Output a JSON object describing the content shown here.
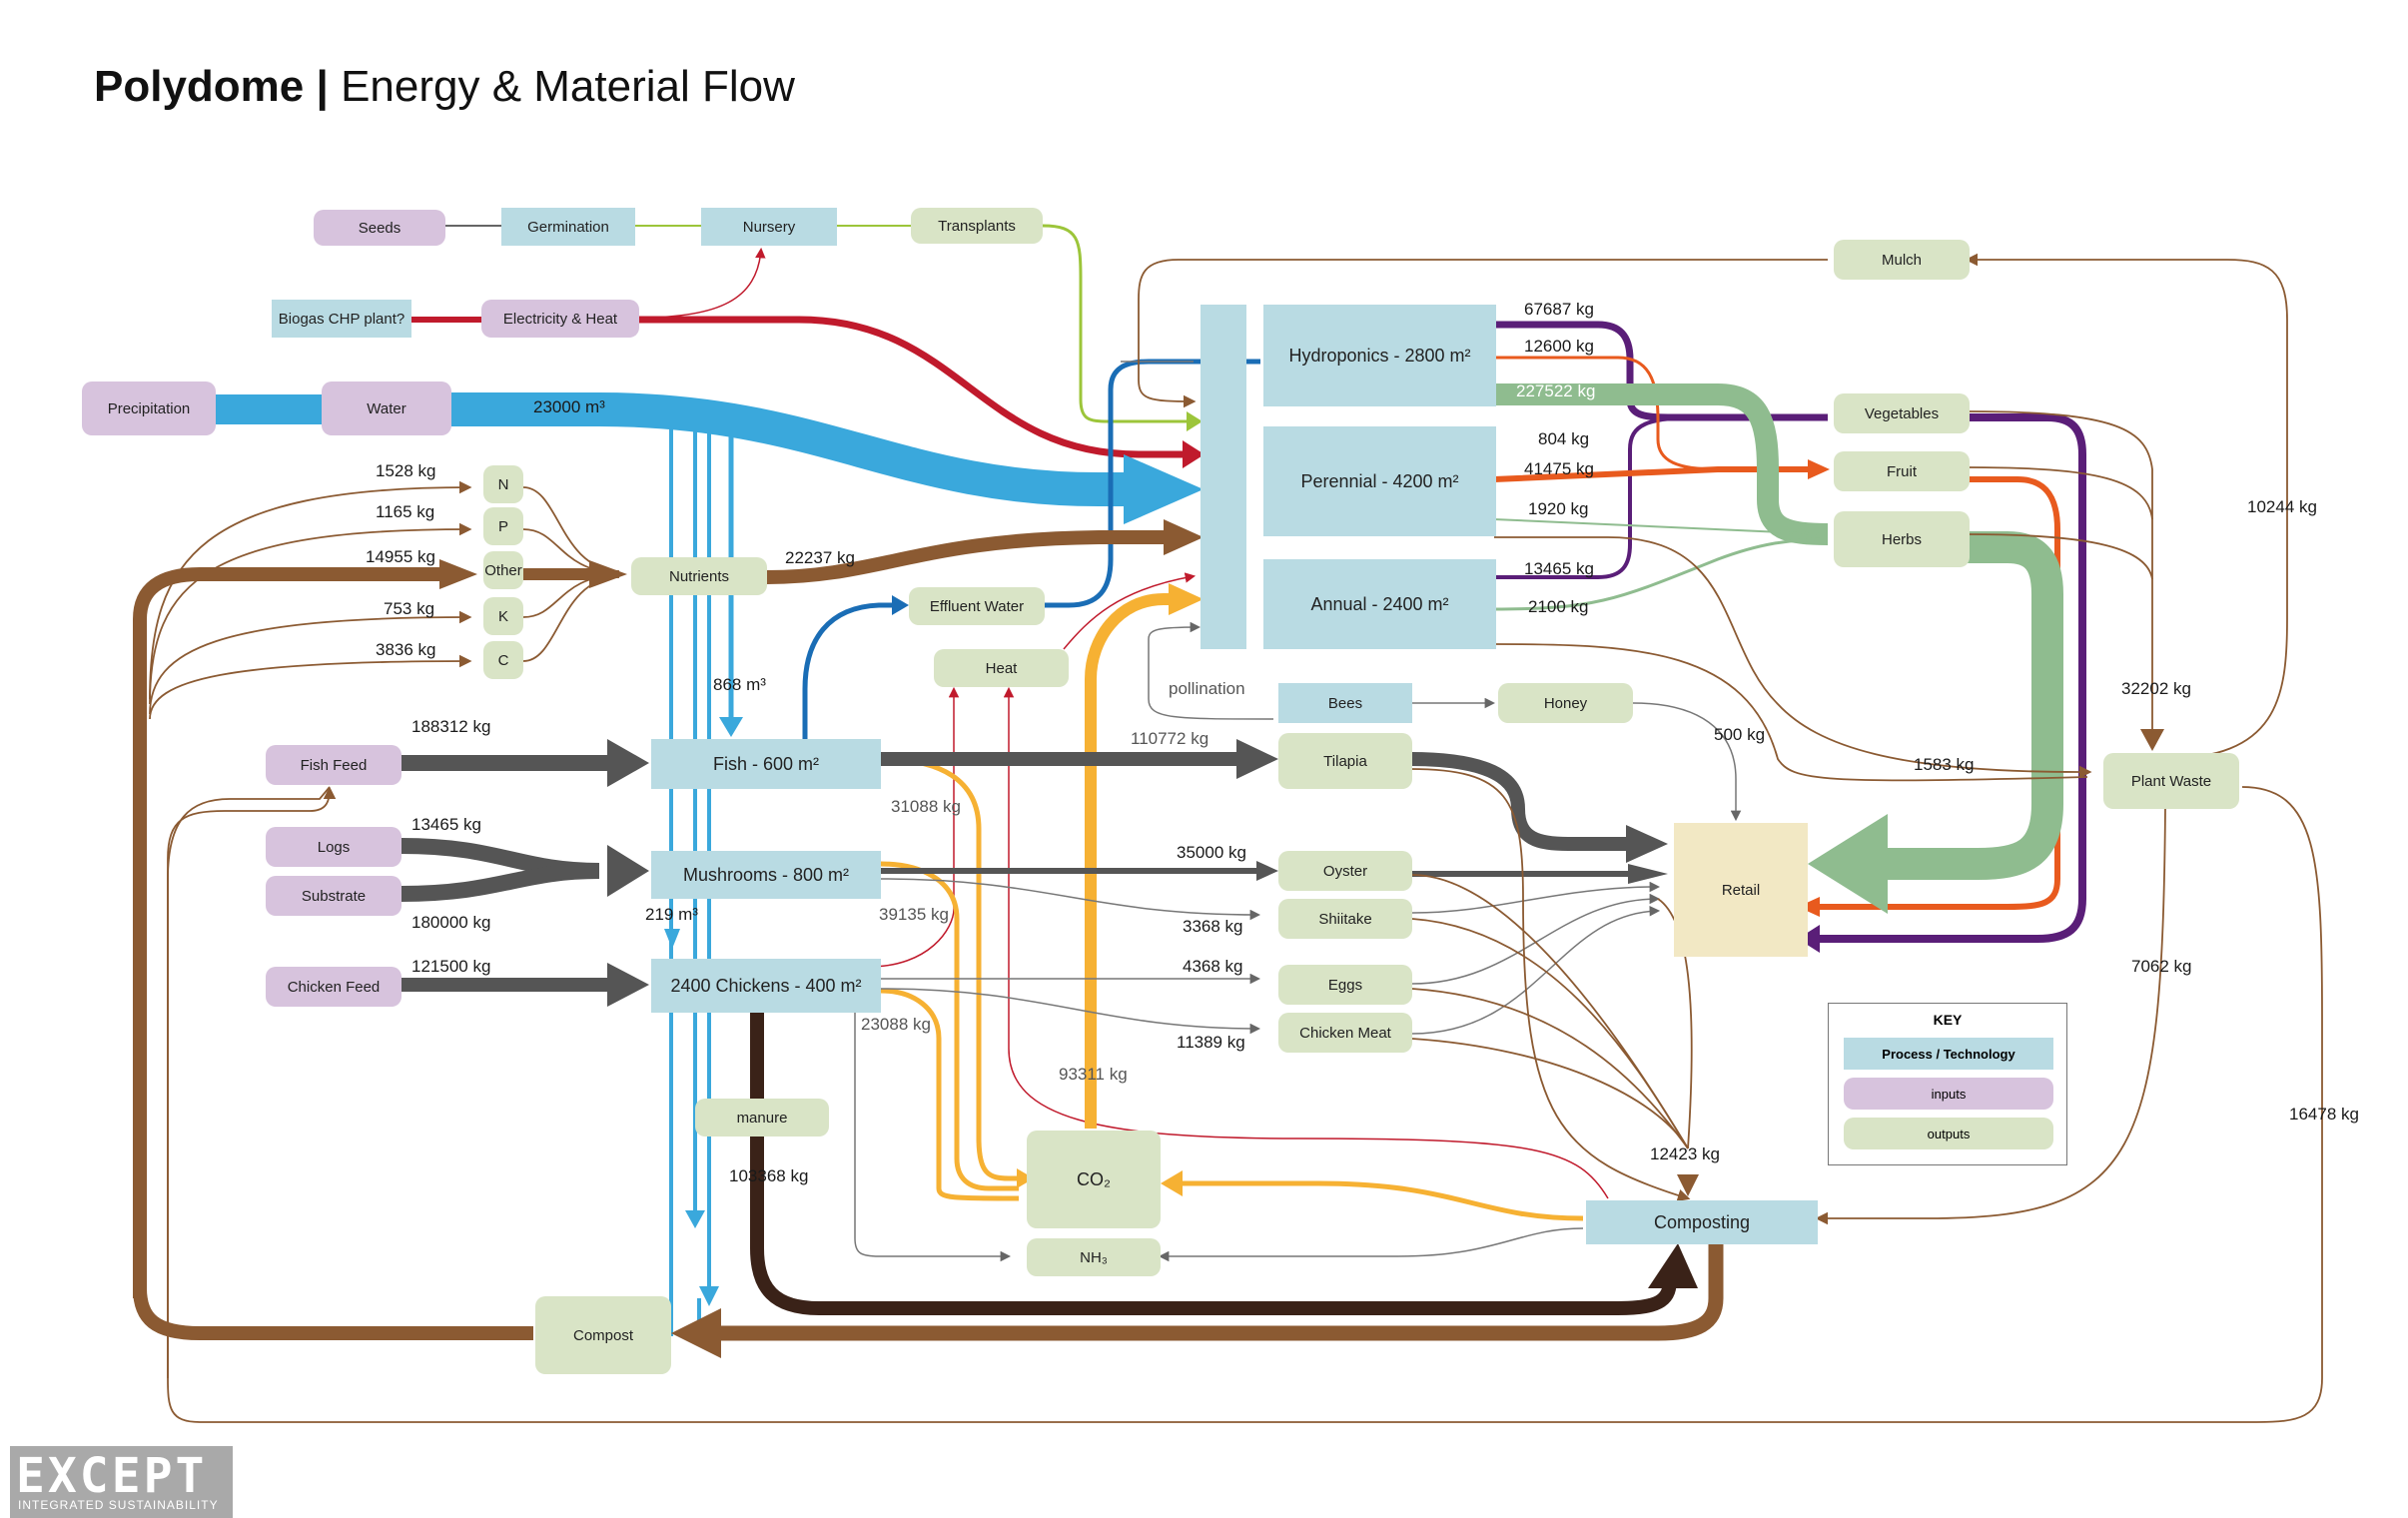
{
  "title": {
    "bold": "Polydome",
    "separator": "|",
    "rest": "Energy & Material Flow"
  },
  "colors": {
    "process": "#b9dbe3",
    "input": "#d7c3dd",
    "output": "#d9e4c6",
    "retail": "#f2e8c4",
    "water": "#3aa8dc",
    "nutrient_brown": "#8b5a32",
    "feed_grey": "#555555",
    "heat_red": "#c01a2c",
    "co2_orange": "#f6b133",
    "herb_green": "#8fbc8f",
    "veg_purple": "#5a1e78",
    "fruit_orange": "#e85a1e",
    "manure_dark": "#3a2218",
    "transplant_green": "#9cc53a"
  },
  "nodes": {
    "seeds": "Seeds",
    "germination": "Germination",
    "nursery": "Nursery",
    "transplants": "Transplants",
    "biogas": "Biogas CHP plant?",
    "electricity": "Electricity & Heat",
    "precipitation": "Precipitation",
    "water": "Water",
    "n": "N",
    "p": "P",
    "other": "Other",
    "k": "K",
    "c": "C",
    "nutrients": "Nutrients",
    "effluent": "Effluent Water",
    "heat": "Heat",
    "hydroponics": "Hydroponics - 2800 m²",
    "perennial": "Perennial - 4200 m²",
    "annual": "Annual - 2400 m²",
    "mulch": "Mulch",
    "vegetables": "Vegetables",
    "fruit": "Fruit",
    "herbs": "Herbs",
    "fish_feed": "Fish Feed",
    "fish": "Fish - 600 m²",
    "tilapia": "Tilapia",
    "logs": "Logs",
    "substrate": "Substrate",
    "mushrooms": "Mushrooms - 800 m²",
    "oyster": "Oyster",
    "shiitake": "Shiitake",
    "chicken_feed": "Chicken Feed",
    "chickens": "2400 Chickens - 400 m²",
    "eggs": "Eggs",
    "chicken_meat": "Chicken Meat",
    "bees": "Bees",
    "honey": "Honey",
    "retail": "Retail",
    "plant_waste": "Plant Waste",
    "manure": "manure",
    "co2": "CO₂",
    "nh3": "NH₃",
    "composting": "Composting",
    "compost": "Compost"
  },
  "labels": {
    "water_23000": "23000 m³",
    "n_1528": "1528 kg",
    "p_1165": "1165 kg",
    "other_14955": "14955 kg",
    "k_753": "753 kg",
    "c_3836": "3836 kg",
    "nutr_22237": "22237 kg",
    "water_868": "868 m³",
    "water_219": "219 m³",
    "hyd_67687": "67687 kg",
    "hyd_12600": "12600 kg",
    "hyd_227522": "227522 kg",
    "per_804": "804 kg",
    "per_41475": "41475 kg",
    "per_1920": "1920 kg",
    "ann_13465": "13465 kg",
    "ann_2100": "2100 kg",
    "pollination": "pollination",
    "fishfeed_188312": "188312 kg",
    "tilapia_110772": "110772 kg",
    "fish_31088": "31088 kg",
    "logs_13465": "13465 kg",
    "substrate_180000": "180000 kg",
    "oyster_35000": "35000 kg",
    "shiitake_3368": "3368 kg",
    "mush_39135": "39135 kg",
    "chickenfeed_121500": "121500 kg",
    "eggs_4368": "4368 kg",
    "meat_11389": "11389 kg",
    "chick_23088": "23088 kg",
    "co2_93311": "93311 kg",
    "manure_103368": "103368 kg",
    "honey_500": "500 kg",
    "pw_1583": "1583 kg",
    "mulch_10244": "10244 kg",
    "pw_32202": "32202 kg",
    "pw_7062": "7062 kg",
    "pw_16478": "16478 kg",
    "comp_12423": "12423 kg"
  },
  "key": {
    "title": "KEY",
    "process": "Process / Technology",
    "inputs": "inputs",
    "outputs": "outputs"
  },
  "logo": {
    "main": "EXCEPT",
    "sub": "INTEGRATED SUSTAINABILITY"
  }
}
